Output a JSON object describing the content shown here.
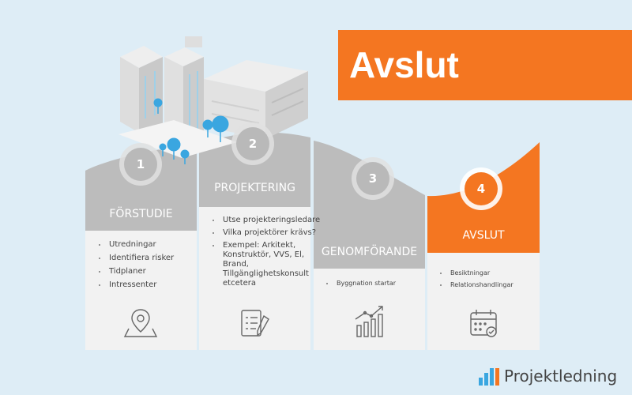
{
  "banner": {
    "title": "Avslut"
  },
  "phases": [
    {
      "number": "1",
      "title": "FÖRSTUDIE",
      "items": [
        "Utredningar",
        "Identifiera risker",
        "Tidplaner",
        "Intressenter"
      ],
      "icon": "map-pin-icon"
    },
    {
      "number": "2",
      "title": "PROJEKTERING",
      "items": [
        "Utse projekteringsledare",
        "Vilka projektörer krävs?",
        "Exempel: Arkitekt, Konstruktör, VVS, El, Brand, Tillgänglighetskonsult etcetera"
      ],
      "icon": "checklist-icon"
    },
    {
      "number": "3",
      "title": "GENOMFÖRANDE",
      "items": [
        "Byggnation startar"
      ],
      "icon": "growth-chart-icon"
    },
    {
      "number": "4",
      "title": "AVSLUT",
      "items": [
        "Besiktningar",
        "Relationshandlingar"
      ],
      "icon": "calendar-check-icon"
    }
  ],
  "colors": {
    "accent": "#f47621",
    "header_gray": "#bcbcbc",
    "card_bg": "#f2f2f2",
    "background": "#deedf6"
  },
  "logo": {
    "text": "Projektledning"
  }
}
